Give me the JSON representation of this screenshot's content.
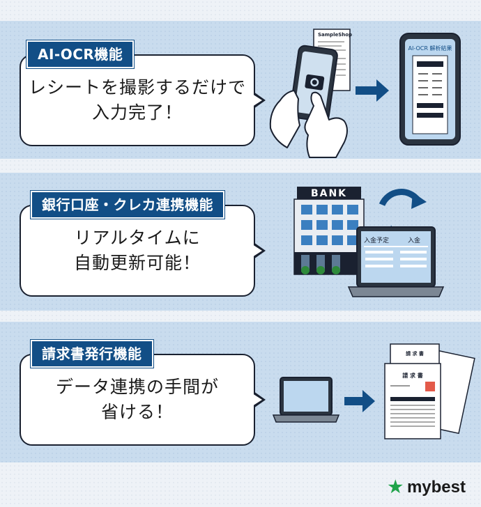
{
  "panels": [
    {
      "label": "AI-OCR機能",
      "lines": [
        "レシートを撮影するだけで",
        "入力完了！"
      ]
    },
    {
      "label": "銀行口座・クレカ連携機能",
      "lines": [
        "リアルタイムに",
        "自動更新可能！"
      ]
    },
    {
      "label": "請求書発行機能",
      "lines": [
        "データ連携の手間が",
        "省ける！"
      ]
    }
  ],
  "illustrations": {
    "receipt_title": "SampleShop",
    "phone_screen_title": "AI-OCR 解析結果",
    "bank_sign": "BANK",
    "laptop_col1": "入金予定",
    "laptop_col2": "入金",
    "invoice_title": "請 求 書"
  },
  "brand": {
    "name": "mybest",
    "star": "★"
  },
  "colors": {
    "navy": "#124e86",
    "band": "#c9dcee",
    "accent_green": "#1fa34a"
  }
}
